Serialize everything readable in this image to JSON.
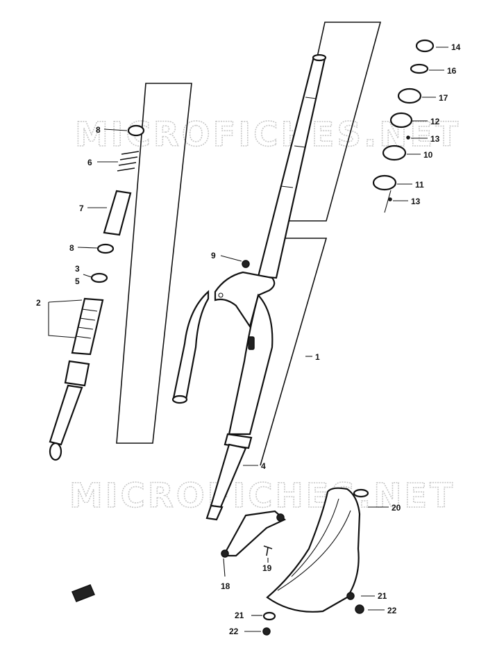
{
  "watermarks": [
    "MICROFICHES.NET",
    "MICROFICHES.NET"
  ],
  "callouts": [
    {
      "id": "c14",
      "text": "14"
    },
    {
      "id": "c16",
      "text": "16"
    },
    {
      "id": "c17",
      "text": "17"
    },
    {
      "id": "c12",
      "text": "12"
    },
    {
      "id": "c13a",
      "text": "13"
    },
    {
      "id": "c10",
      "text": "10"
    },
    {
      "id": "c11",
      "text": "11"
    },
    {
      "id": "c13b",
      "text": "13"
    },
    {
      "id": "c8a",
      "text": "8"
    },
    {
      "id": "c6",
      "text": "6"
    },
    {
      "id": "c7",
      "text": "7"
    },
    {
      "id": "c8b",
      "text": "8"
    },
    {
      "id": "c3",
      "text": "3"
    },
    {
      "id": "c5",
      "text": "5"
    },
    {
      "id": "c2",
      "text": "2"
    },
    {
      "id": "c9",
      "text": "9"
    },
    {
      "id": "c1",
      "text": "1"
    },
    {
      "id": "c4",
      "text": "4"
    },
    {
      "id": "c20",
      "text": "20"
    },
    {
      "id": "c19",
      "text": "19"
    },
    {
      "id": "c18",
      "text": "18"
    },
    {
      "id": "c21a",
      "text": "21"
    },
    {
      "id": "c22a",
      "text": "22"
    },
    {
      "id": "c21b",
      "text": "21"
    },
    {
      "id": "c22b",
      "text": "22"
    }
  ]
}
